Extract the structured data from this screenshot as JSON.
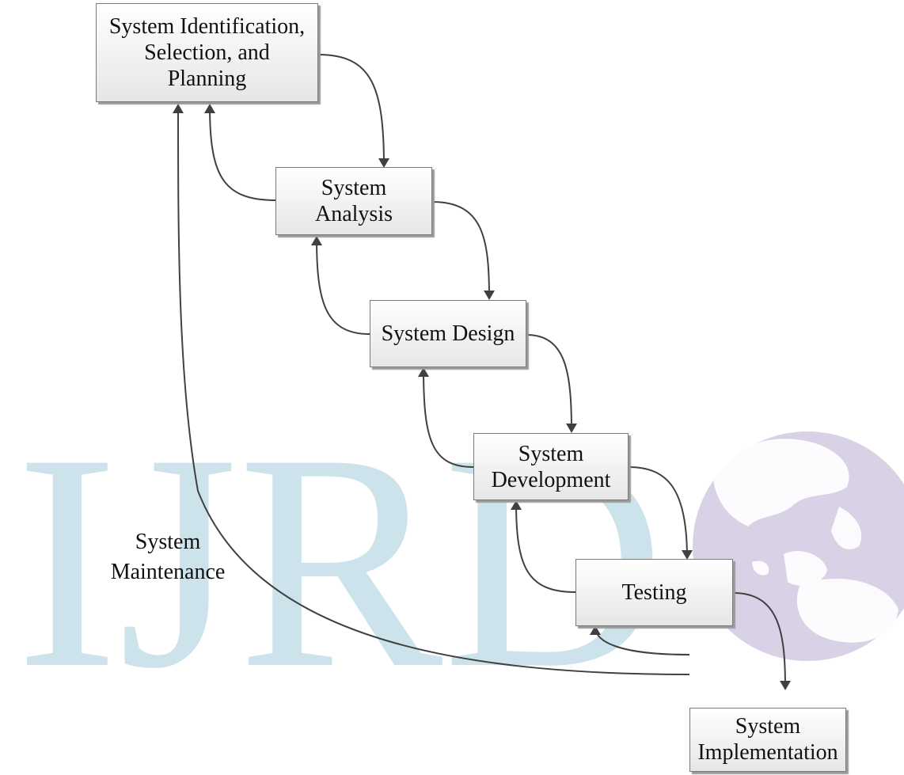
{
  "watermark": {
    "text": "IJRD",
    "letter_color": "#cde3ec",
    "globe_color": "#d9d2e6",
    "land_color": "#ffffff"
  },
  "phases": [
    {
      "id": "planning",
      "lines": [
        "System Identification,",
        "Selection, and",
        "Planning"
      ]
    },
    {
      "id": "analysis",
      "lines": [
        "System",
        "Analysis"
      ]
    },
    {
      "id": "design",
      "lines": [
        "System Design"
      ]
    },
    {
      "id": "development",
      "lines": [
        "System",
        "Development"
      ]
    },
    {
      "id": "testing",
      "lines": [
        "Testing"
      ]
    },
    {
      "id": "implementation",
      "lines": [
        "System",
        "Implementation"
      ]
    }
  ],
  "maintenance_label": [
    "System",
    "Maintenance"
  ],
  "colors": {
    "arrow": "#404040",
    "box_border": "#7a7a7a",
    "box_fill_top": "#ffffff",
    "box_fill_bottom": "#e6e6e6"
  }
}
